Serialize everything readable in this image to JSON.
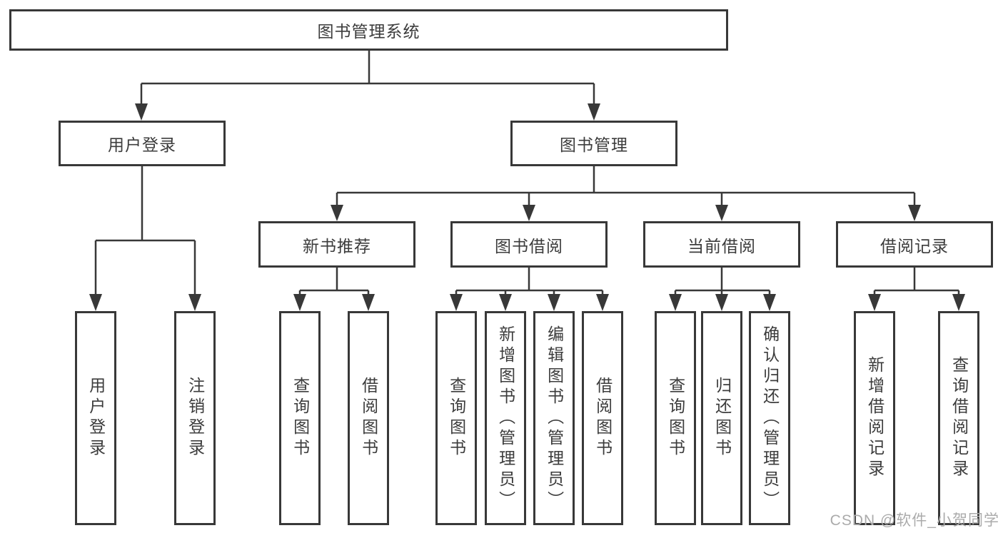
{
  "title": "图书管理系统",
  "level2": {
    "user_login": "用户登录",
    "book_management": "图书管理"
  },
  "level3": {
    "new_book_recommend": "新书推荐",
    "book_borrowing": "图书借阅",
    "current_borrowing": "当前借阅",
    "borrowing_records": "借阅记录"
  },
  "leaves": {
    "user_login": [
      "用户登录",
      "注销登录"
    ],
    "new_book_recommend": [
      "查询图书",
      "借阅图书"
    ],
    "book_borrowing": [
      "查询图书",
      "新增图书（管理员）",
      "编辑图书（管理员）",
      "借阅图书"
    ],
    "current_borrowing": [
      "查询图书",
      "归还图书",
      "确认归还（管理员）"
    ],
    "borrowing_records": [
      "新增借阅记录",
      "查询借阅记录"
    ]
  },
  "watermark": "CSDN @软件_小贺同学",
  "colors": {
    "line": "#383838",
    "text": "#3c3c3c",
    "watermark": "#ababab",
    "background": "#ffffff"
  }
}
